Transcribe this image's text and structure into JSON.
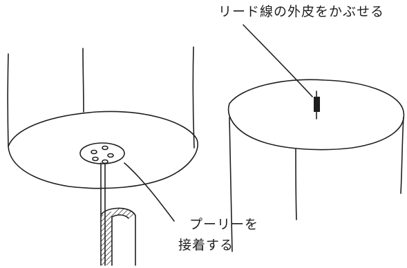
{
  "annotations": {
    "lead_wire_note": "リード線の外皮をかぶせる",
    "pulley_note_line1": "プーリーを",
    "pulley_note_line2": "接着する"
  }
}
